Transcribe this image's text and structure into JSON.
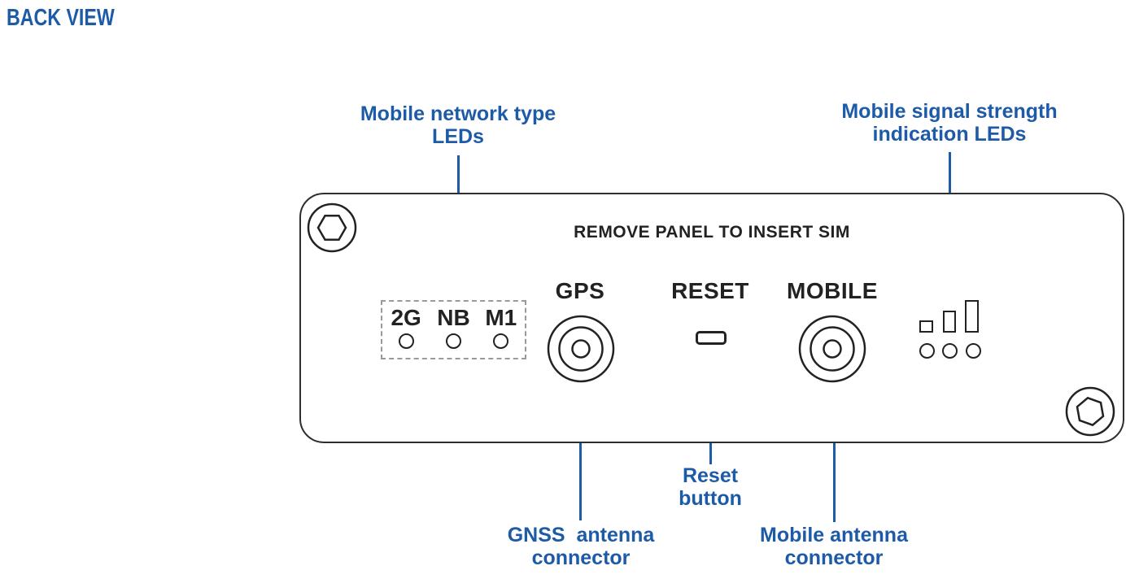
{
  "title": "BACK VIEW",
  "colors": {
    "accent": "#1d5ba8",
    "panel_outline": "#2e2e2e",
    "detail": "#222222",
    "dash": "#9a9a9a"
  },
  "callouts": {
    "network_type_leds": {
      "line1": "Mobile network type",
      "line2": "LEDs"
    },
    "signal_strength_leds": {
      "line1": "Mobile signal strength",
      "line2": "indication LEDs"
    },
    "reset_button": {
      "line1": "Reset",
      "line2": "button"
    },
    "gnss_connector": {
      "line1": "GNSS  antenna",
      "line2": "connector"
    },
    "mobile_connector": {
      "line1": "Mobile antenna",
      "line2": "connector"
    }
  },
  "panel": {
    "sim_notice": "REMOVE PANEL TO INSERT SIM",
    "network_leds": {
      "items": [
        {
          "label": "2G"
        },
        {
          "label": "NB"
        },
        {
          "label": "M1"
        }
      ]
    },
    "ports": {
      "gps": "GPS",
      "reset": "RESET",
      "mobile": "MOBILE"
    },
    "signal_leds": {
      "bars": 3,
      "dots": 3
    }
  }
}
